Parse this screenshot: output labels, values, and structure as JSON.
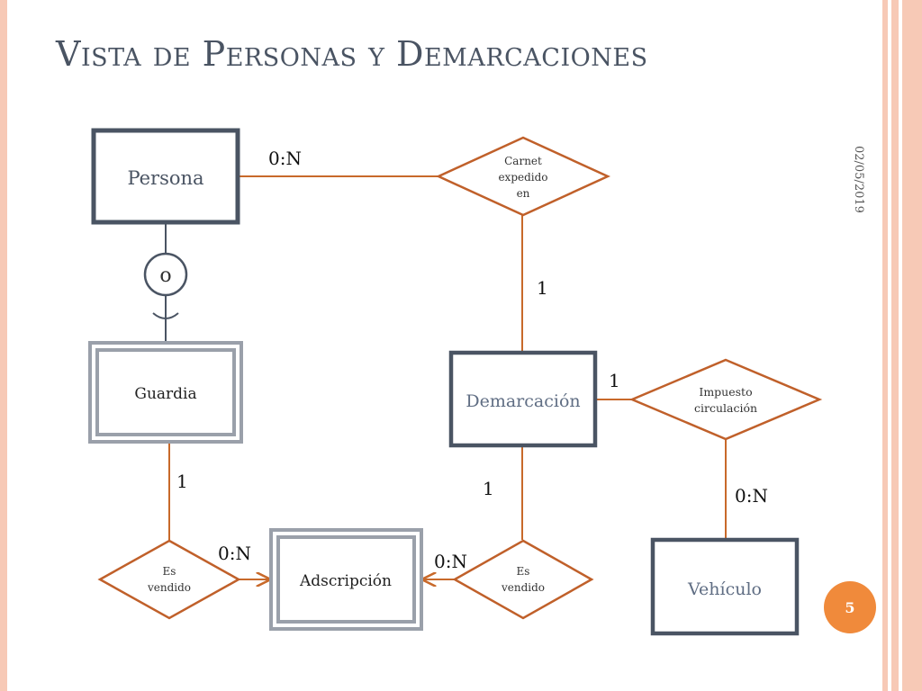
{
  "slide": {
    "title": "Vista de Personas y Demarcaciones",
    "date": "02/05/2019",
    "page_number": "5"
  },
  "diagram": {
    "entities": {
      "persona": "Persona",
      "guardia": "Guardia",
      "demarcacion": "Demarcación",
      "adscripcion": "Adscripción",
      "vehiculo": "Vehículo"
    },
    "relationships": {
      "carnet": [
        "Carnet",
        "expedido",
        "en"
      ],
      "impuesto": [
        "Impuesto",
        "circulación"
      ],
      "es_vendido_1": [
        "Es",
        "vendido"
      ],
      "es_vendido_2": [
        "Es",
        "vendido"
      ]
    },
    "specialization_label": "o",
    "cardinalities": {
      "persona_carnet": "0:N",
      "carnet_demarcacion": "1",
      "demarcacion_impuesto": "1",
      "impuesto_vehiculo": "0:N",
      "guardia_esvendido": "1",
      "esvendido_adscripcion": "0:N",
      "demarcacion_esvendido": "1",
      "esvendido2_adscripcion": "0:N"
    },
    "colors": {
      "line": "#c8692a",
      "entity_border": "#4a5463",
      "weak_entity_border": "#9aa0aa",
      "relationship_border": "#c0602a",
      "accent": "#f08a3b"
    }
  }
}
